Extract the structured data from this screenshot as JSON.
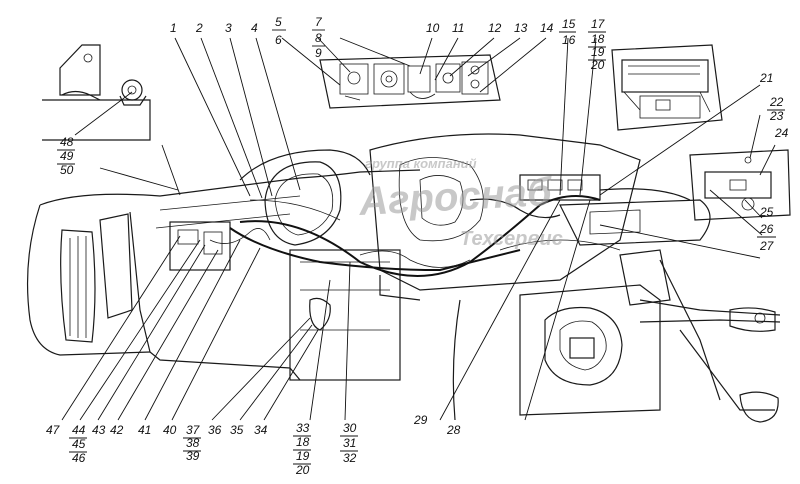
{
  "watermark": {
    "line1": "группа компаний",
    "line2": "Агроснаб",
    "line3": "Техсервис"
  },
  "callouts": {
    "c1": "1",
    "c2": "2",
    "c3": "3",
    "c4": "4",
    "c5": "5",
    "c6": "6",
    "c7": "7",
    "c8": "8",
    "c9": "9",
    "c10": "10",
    "c11": "11",
    "c12": "12",
    "c13": "13",
    "c14": "14",
    "c15": "15",
    "c16": "16",
    "c17": "17",
    "c18": "18",
    "c19": "19",
    "c20": "20",
    "c21": "21",
    "c22": "22",
    "c23": "23",
    "c24": "24",
    "c25": "25",
    "c26": "26",
    "c27": "27",
    "c28": "28",
    "c29": "29",
    "c30": "30",
    "c31": "31",
    "c32": "32",
    "c33": "33",
    "c33_18": "18",
    "c33_19": "19",
    "c33_20": "20",
    "c34": "34",
    "c35": "35",
    "c36": "36",
    "c37": "37",
    "c38": "38",
    "c39": "39",
    "c40": "40",
    "c41": "41",
    "c42": "42",
    "c43": "43",
    "c44": "44",
    "c45": "45",
    "c46": "46",
    "c47": "47",
    "c48": "48",
    "c49": "49",
    "c50": "50"
  }
}
